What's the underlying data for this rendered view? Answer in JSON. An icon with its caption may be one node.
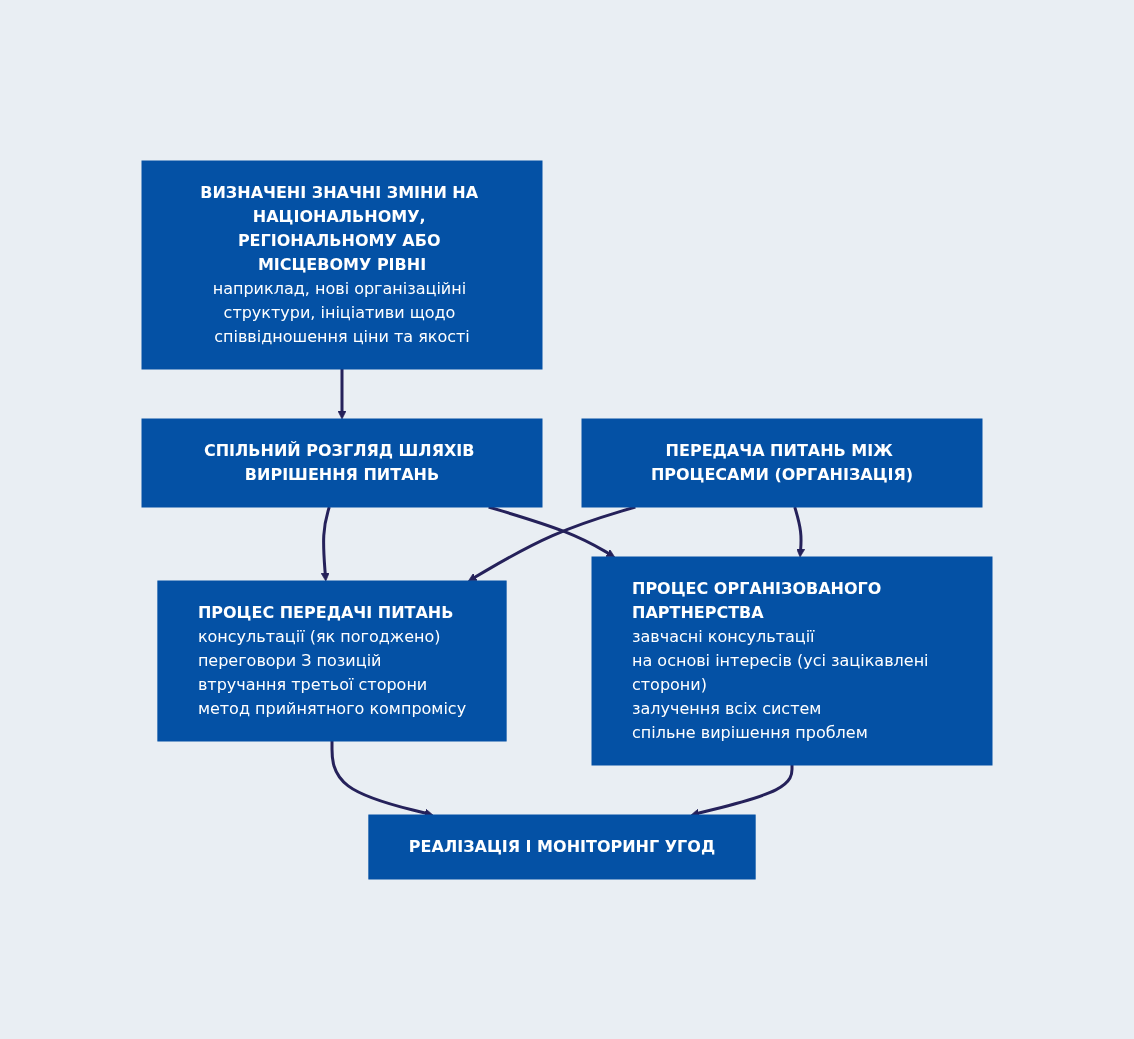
{
  "diagram": {
    "nodes": [
      {
        "text": [
          "ВИЗНАЧЕНІ ЗНАЧНІ ЗМІНИ НА НАЦІОНАЛЬНОМУ, РЕГІОНАЛЬНОМУ АБО МІСЦЕВОМУ РІВНІ",
          "наприклад, нові організаційні структури, ініціативи щодо співвідношення ціни та якості"
        ]
      },
      {
        "text": [
          "СПІЛЬНИЙ РОЗГЛЯД ШЛЯХІВ ВИРІШЕННЯ ПИТАНЬ"
        ]
      },
      {
        "text": [
          "ПРОЦЕС ПЕРЕДАЧІ ПИТАНЬ",
          "консультації (як погоджено)",
          "переговори З позицій",
          "втручання третьої сторони",
          "метод прийнятного компромісу"
        ]
      },
      {
        "text": [
          "ПЕРЕДАЧА ПИТАНЬ МІЖ ПРОЦЕСАМИ (ОРГАНІЗАЦІЯ)"
        ]
      },
      {
        "text": [
          "ПРОЦЕС ОРГАНІЗОВАНОГО ПАРТНЕРСТВА",
          "завчасні консультації",
          "на основі інтересів (усі зацікавлені сторони)",
          "залучення всіх систем",
          "спільне вирішення проблем"
        ]
      },
      {
        "text": [
          "РЕАЛІЗАЦІЯ І МОНІТОРИНГ УГОД"
        ]
      }
    ],
    "edges": [
      {
        "from": 0,
        "to": 1,
        "arrow": "to"
      },
      {
        "from": 1,
        "to": 2,
        "arrow": "to"
      },
      {
        "from": 1,
        "to": 4,
        "arrow": "to"
      },
      {
        "from": 3,
        "to": 2,
        "arrow": "to"
      },
      {
        "from": 3,
        "to": 4,
        "arrow": "to"
      },
      {
        "from": 2,
        "to": 5,
        "arrow": "to"
      },
      {
        "from": 4,
        "to": 5,
        "arrow": "to"
      }
    ]
  }
}
